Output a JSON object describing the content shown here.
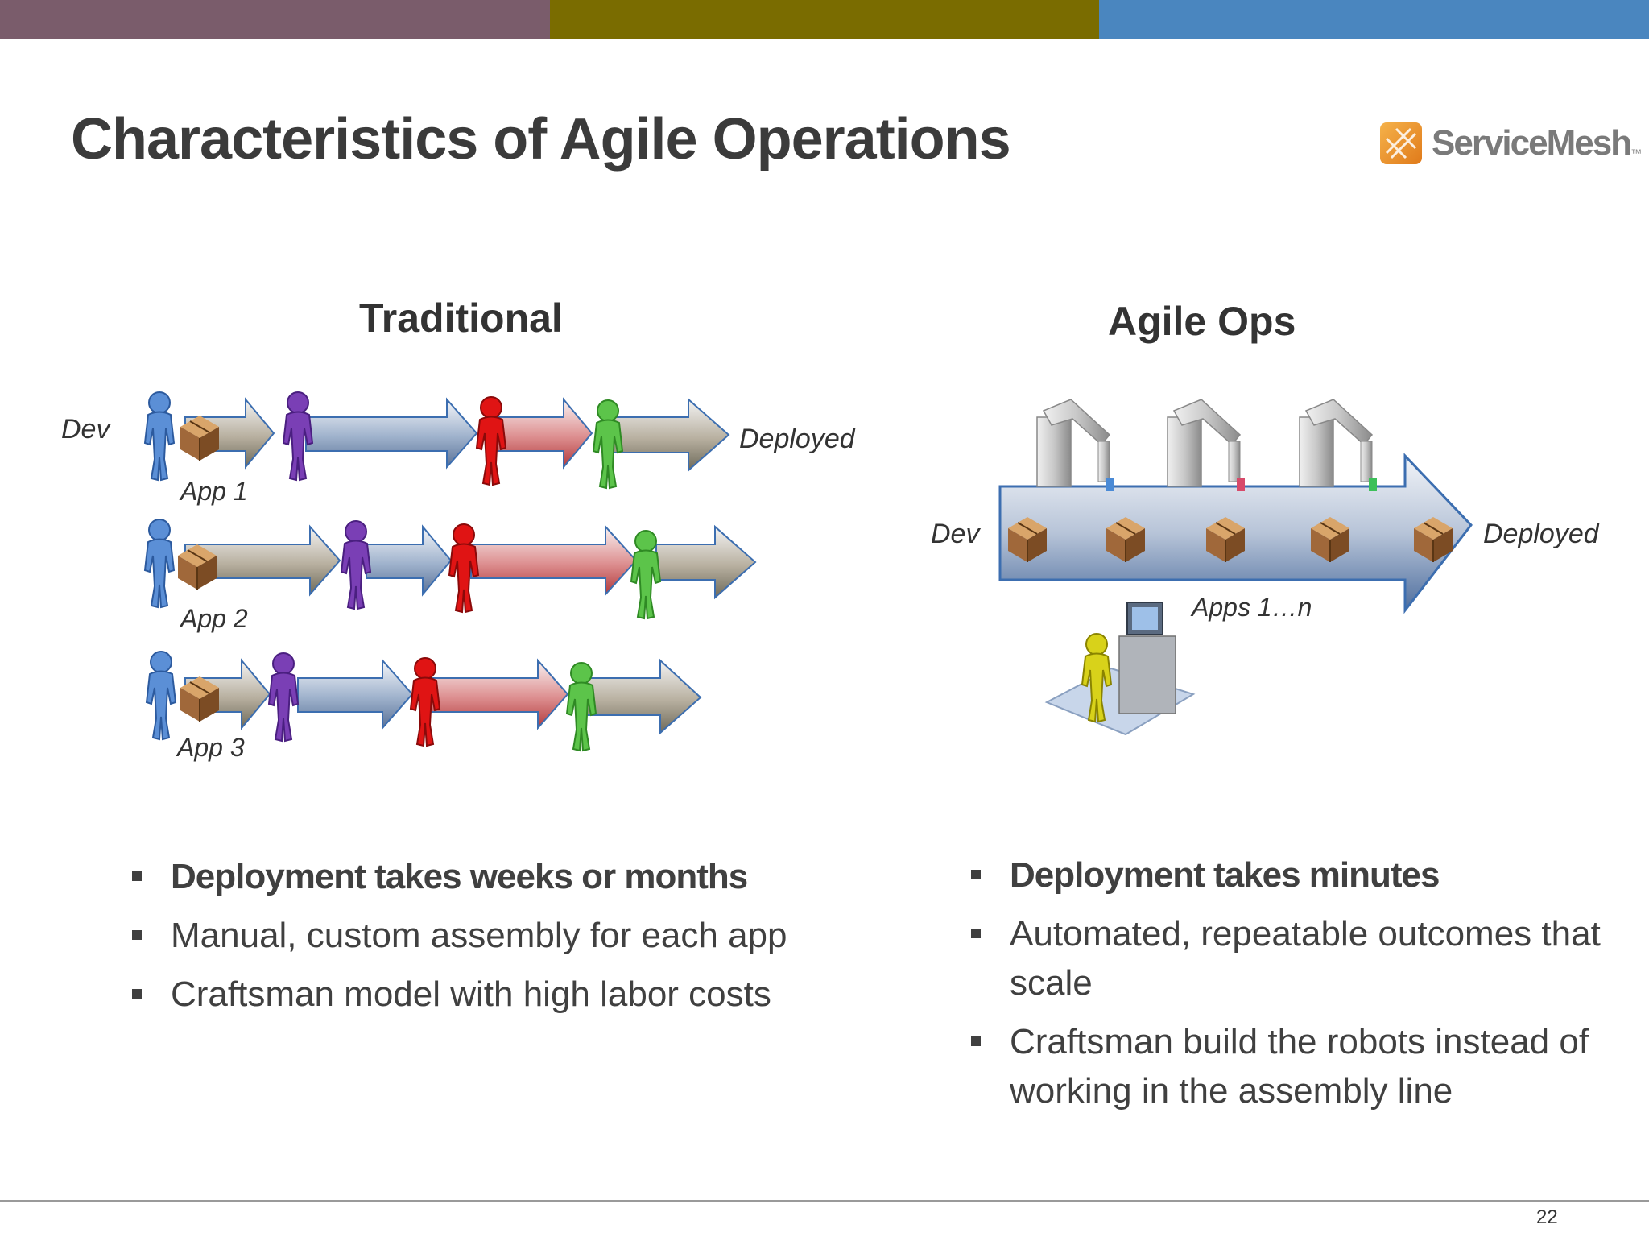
{
  "slide": {
    "title": "Characteristics of Agile Operations",
    "page_number": "22",
    "top_bar_colors": [
      "#7a5c6b",
      "#7a6c00",
      "#4a86bf"
    ]
  },
  "logo": {
    "text": "ServiceMesh",
    "tm": "™",
    "icon": "servicemesh-logo-icon"
  },
  "traditional": {
    "heading": "Traditional",
    "dev_label": "Dev",
    "deployed_label": "Deployed",
    "apps": [
      "App 1",
      "App 2",
      "App 3"
    ],
    "bullets": [
      "Deployment takes weeks or months",
      "Manual, custom assembly for each app",
      "Craftsman model with high labor costs"
    ]
  },
  "agile": {
    "heading": "Agile Ops",
    "dev_label": "Dev",
    "deployed_label": "Deployed",
    "apps_label": "Apps 1…n",
    "bullets": [
      "Deployment takes minutes",
      "Automated, repeatable outcomes that scale",
      "Craftsman build the robots instead of working in the assembly line"
    ]
  },
  "colors": {
    "person_blue": "#5b8fd6",
    "person_purple": "#7a3fb5",
    "person_red": "#e01414",
    "person_green": "#5cc44a",
    "operator_yellow": "#d8d21a",
    "box_brown": "#a0683a"
  }
}
